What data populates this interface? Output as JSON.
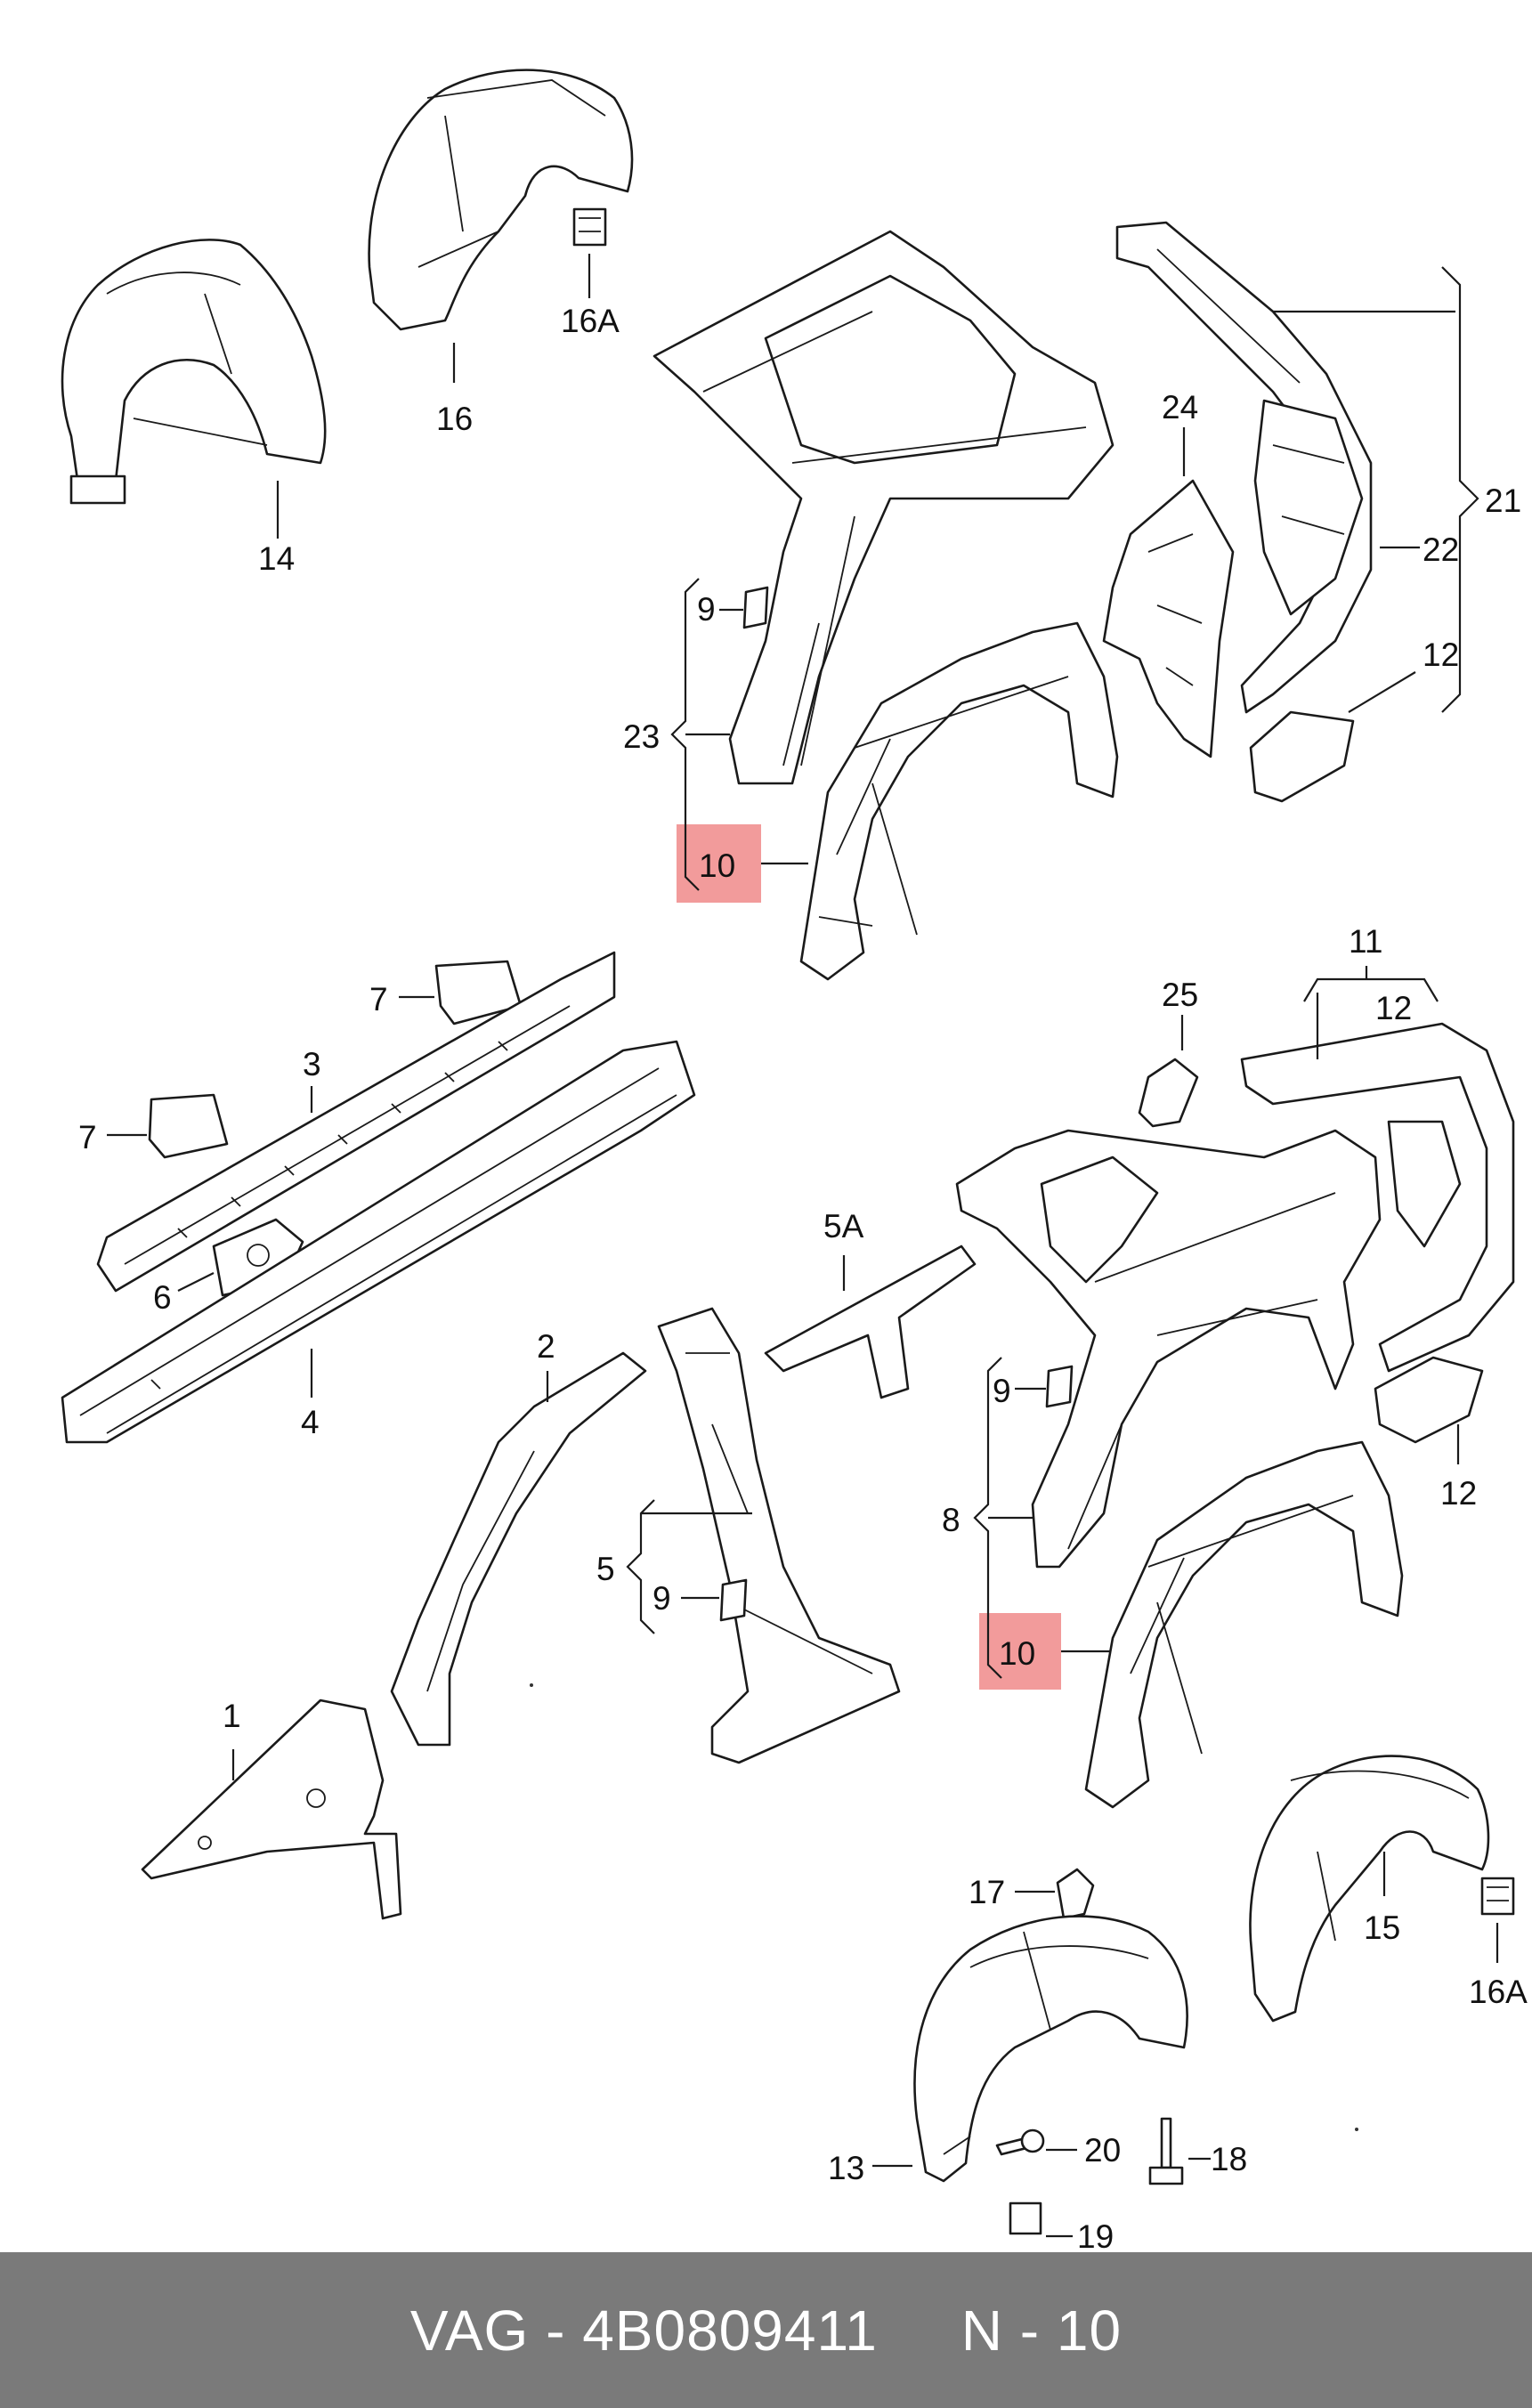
{
  "callouts": {
    "c14": "14",
    "c16": "16",
    "c16A_top": "16A",
    "c9_top": "9",
    "c23": "23",
    "c10_top": "10",
    "c24": "24",
    "c21": "21",
    "c22": "22",
    "c12_top": "12",
    "c7_top": "7",
    "c3": "3",
    "c7_left": "7",
    "c6": "6",
    "c4": "4",
    "c11": "11",
    "c12_mid": "12",
    "c25": "25",
    "c5A": "5A",
    "c2": "2",
    "c5": "5",
    "c9_mid": "9",
    "c1": "1",
    "c9_right": "9",
    "c8": "8",
    "c10_bottom": "10",
    "c12_right": "12",
    "c17": "17",
    "c15": "15",
    "c16A_bottom": "16A",
    "c20": "20",
    "c18": "18",
    "c13": "13",
    "c19": "19"
  },
  "highlight_color": "#f08a8a",
  "footer": {
    "brand": "VAG",
    "sep1": " - ",
    "part_number": "4B0809411",
    "gap": "     ",
    "code": "N - 10"
  }
}
